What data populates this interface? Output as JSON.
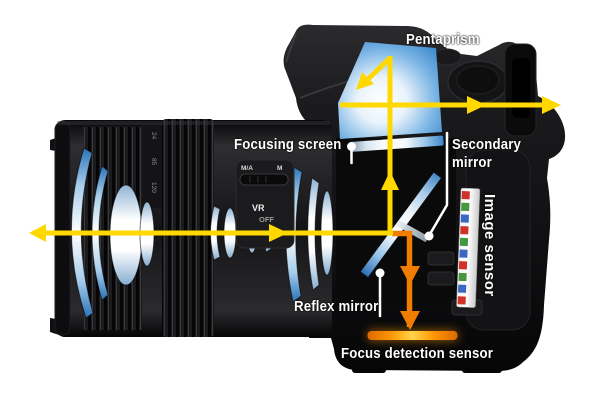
{
  "labels": {
    "pentaprism": "Pentaprism",
    "focusing_screen": "Focusing screen",
    "secondary_mirror_line1": "Secondary",
    "secondary_mirror_line2": "mirror",
    "image_sensor": "Image sensor",
    "reflex_mirror": "Reflex mirror",
    "focus_detection_sensor": "Focus detection sensor"
  },
  "lens_markings": {
    "switch_ma": "M/A",
    "switch_m": "M",
    "vr": "VR",
    "off": "OFF",
    "zoom_24": "24",
    "zoom_85": "85",
    "zoom_120": "120"
  },
  "colors": {
    "light_path_yellow": "#ffd800",
    "af_path_orange": "#f07d00",
    "pentaprism_blue": "#2e7ec6",
    "sensor_bar_orange": "#ff9300",
    "label_text": "#ffffff"
  },
  "sensor_pixels": [
    "#cf3227",
    "#45973f",
    "#3a68c4",
    "#cf3227",
    "#45973f",
    "#3a68c4",
    "#cf3227",
    "#45973f",
    "#3a68c4",
    "#cf3227"
  ]
}
